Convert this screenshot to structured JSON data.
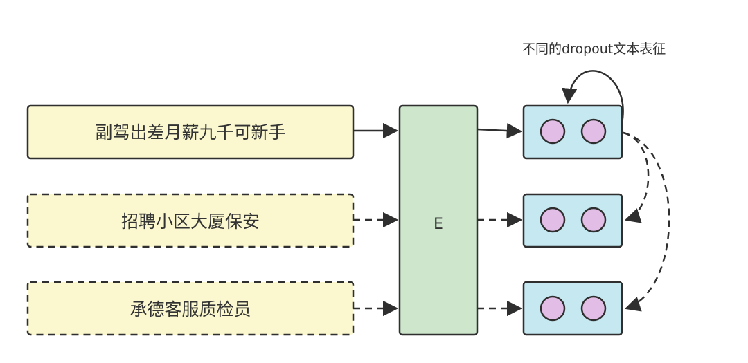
{
  "inputs": [
    {
      "text": "副驾出差月薪九千可新手",
      "style": "solid"
    },
    {
      "text": "招聘小区大厦保安",
      "style": "dashed"
    },
    {
      "text": "承德客服质检员",
      "style": "dashed"
    }
  ],
  "encoder": {
    "label": "E"
  },
  "annotation": {
    "text": "不同的dropout文本表征"
  },
  "colors": {
    "input_fill": "#fbf8cf",
    "encoder_fill": "#cde6cc",
    "repr_fill": "#c5e8f1",
    "circle_fill": "#e2bde6",
    "stroke": "#2f2f2f"
  }
}
